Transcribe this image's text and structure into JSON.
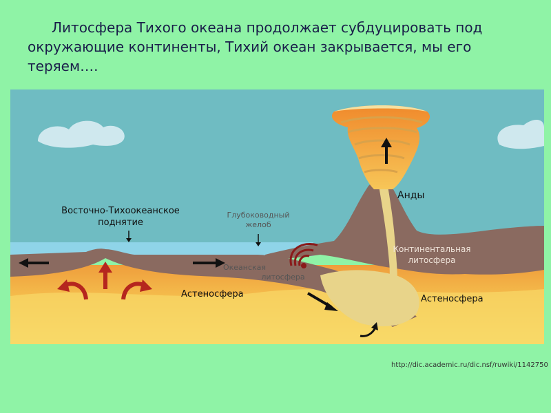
{
  "title": {
    "line1": "Литосфера Тихого океана продолжает субдуцировать под",
    "line2": "окружающие континенты, Тихий океан закрывается, мы его теряем…."
  },
  "labels": {
    "ridge_line1": "Восточно-Тихоокеанское",
    "ridge_line2": "поднятие",
    "trench_line1": "Глубоководный",
    "trench_line2": "желоб",
    "andes": "Анды",
    "cont_litho_line1": "Континентальная",
    "cont_litho_line2": "литосфера",
    "ocean_litho_line1": "Океанская",
    "ocean_litho_line2": "литосфера",
    "astheno_left": "Астеносфера",
    "astheno_right": "Астеносфера"
  },
  "source": "http://dic.academic.ru/dic.nsf/ruwiki/1142750",
  "colors": {
    "background": "#8ff3a6",
    "sky": "#6fbcc2",
    "sea": "#8fd4e8",
    "lithosphere": "#8a6a60",
    "asthenosphere_top": "#f2b24a",
    "asthenosphere_bottom": "#f7d060",
    "magma": "#e8d48a",
    "arrow_red": "#b5261e",
    "arrow_black": "#111111"
  },
  "icons": {
    "earthquake": "earthquake-waves-icon"
  }
}
